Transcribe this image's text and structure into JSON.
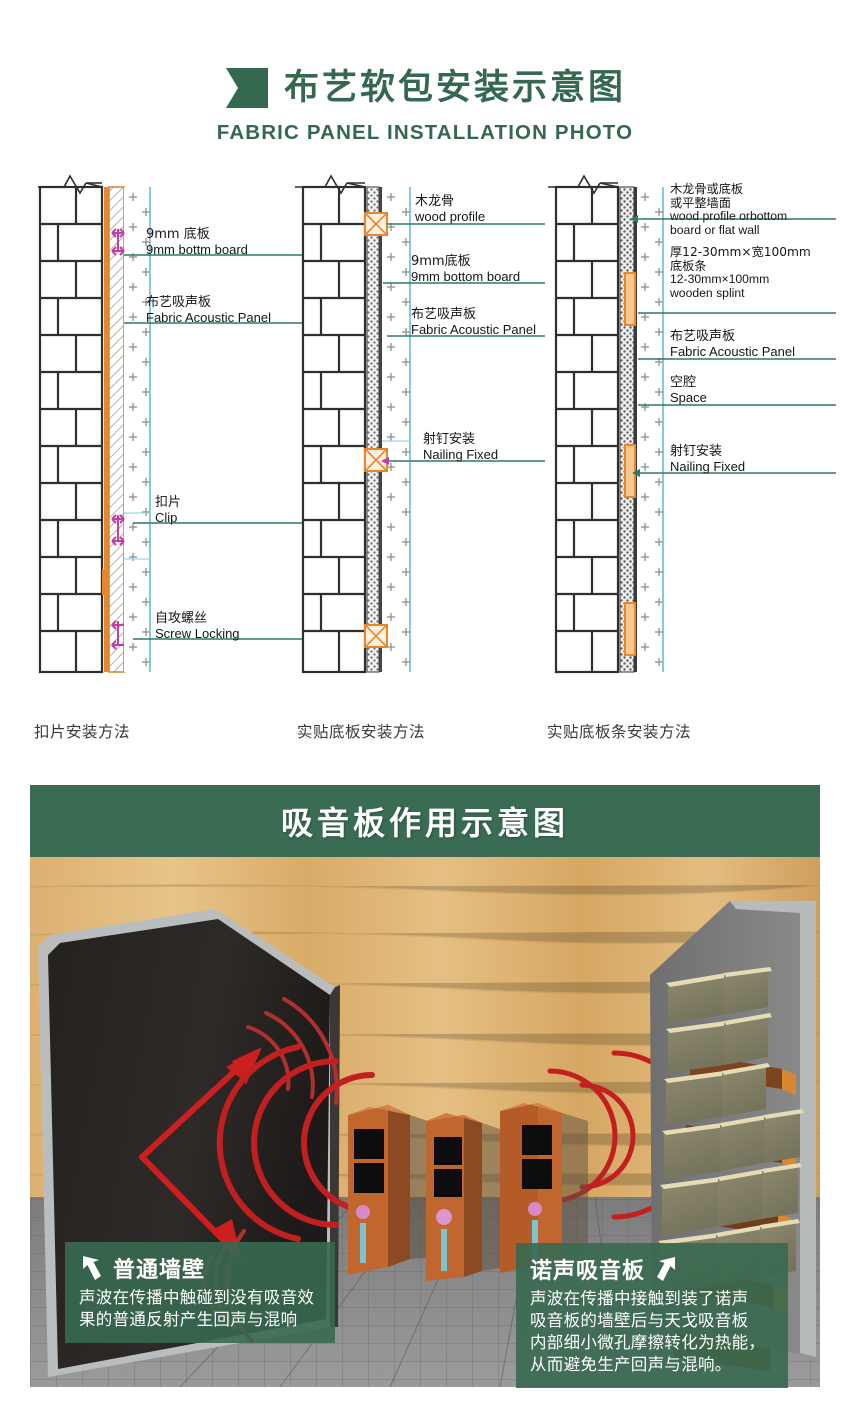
{
  "header": {
    "logo_icon": "chevron-stack-logo",
    "title_cn": "布艺软包安装示意图",
    "title_en": "FABRIC PANEL INSTALLATION PHOTO",
    "brand_color": "#34694f"
  },
  "diagrams": [
    {
      "id": "clip-mounting",
      "caption": "扣片安装方法",
      "labels": [
        {
          "cn": "9mm 底板",
          "en": "9mm bottm board"
        },
        {
          "cn": "布艺吸声板",
          "en": "Fabric Acoustic Panel"
        },
        {
          "cn": "扣片",
          "en": "Clip"
        },
        {
          "cn": "自攻螺丝",
          "en": "Screw Locking"
        }
      ]
    },
    {
      "id": "solid-base-board-mounting",
      "caption": "实贴底板安装方法",
      "labels": [
        {
          "cn": "木龙骨",
          "en": "wood profile"
        },
        {
          "cn": "9mm底板",
          "en": "9mm bottom board"
        },
        {
          "cn": "布艺吸声板",
          "en": "Fabric Acoustic Panel"
        },
        {
          "cn": "射钉安装",
          "en": "Nailing Fixed"
        }
      ]
    },
    {
      "id": "solid-base-strip-mounting",
      "caption": "实贴底板条安装方法",
      "labels": [
        {
          "cn": "木龙骨或底板",
          "cn2": "或平整墙面",
          "en": "wood profile orbottom",
          "en2": "board or flat wall"
        },
        {
          "cn": "厚12-30mm×宽100mm",
          "cn2": "底板条",
          "en": "12-30mm×100mm",
          "en2": "wooden splint"
        },
        {
          "cn": "布艺吸声板",
          "en": "Fabric Acoustic Panel"
        },
        {
          "cn": "空腔",
          "en": "Space"
        },
        {
          "cn": "射钉安装",
          "en": "Nailing Fixed"
        }
      ]
    }
  ],
  "scene": {
    "banner_title": "吸音板作用示意图",
    "banner_color": "#3a6b53",
    "callout_left": {
      "arrow_icon": "arrow-up-left-icon",
      "title": "普通墙壁",
      "lines": [
        "声波在传播中触碰到没有吸音效",
        "果的普通反射产生回声与混响"
      ]
    },
    "callout_right": {
      "arrow_icon": "arrow-up-right-icon",
      "title": "诺声吸音板",
      "lines": [
        "声波在传播中接触到装了诺声",
        "吸音板的墙壁后与天戈吸音板",
        "内部细小微孔摩擦转化为热能，",
        "从而避免生产回声与混响。"
      ]
    }
  }
}
